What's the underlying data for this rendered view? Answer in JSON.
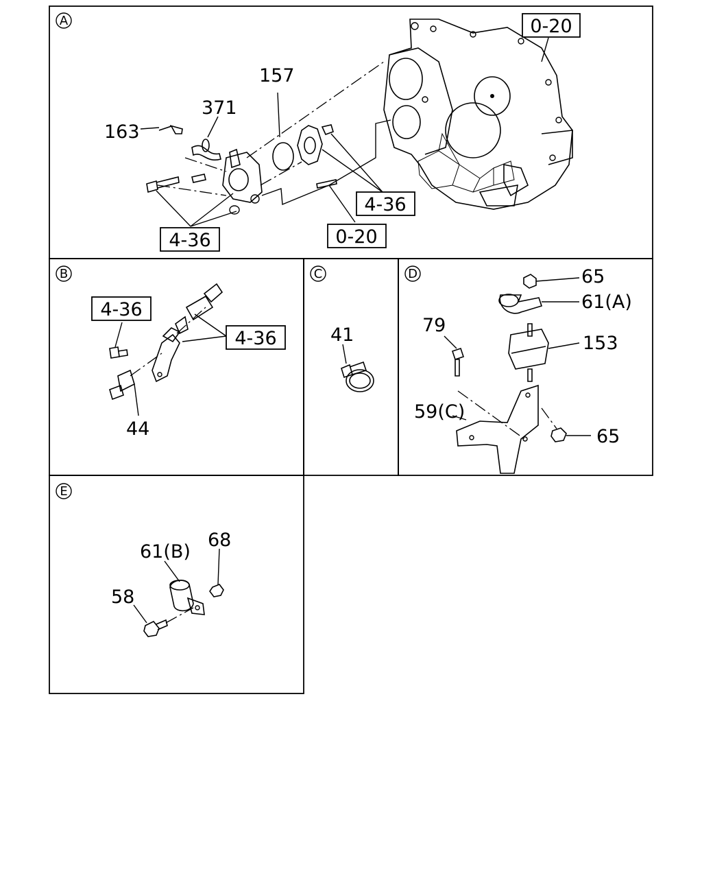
{
  "sections": {
    "a": "A",
    "b": "B",
    "c": "C",
    "d": "D",
    "e": "E"
  },
  "labels": {
    "a_157": "157",
    "a_371": "371",
    "a_163": "163",
    "a_020_top": "0-20",
    "a_436_right": "4-36",
    "a_436_bottom": "4-36",
    "a_020_bottom": "0-20",
    "b_436_left": "4-36",
    "b_436_right": "4-36",
    "b_44": "44",
    "c_41": "41",
    "d_65_top": "65",
    "d_61a": "61(A)",
    "d_79": "79",
    "d_153": "153",
    "d_59c": "59(C)",
    "d_65_bottom": "65",
    "e_61b": "61(B)",
    "e_68": "68",
    "e_58": "58"
  }
}
